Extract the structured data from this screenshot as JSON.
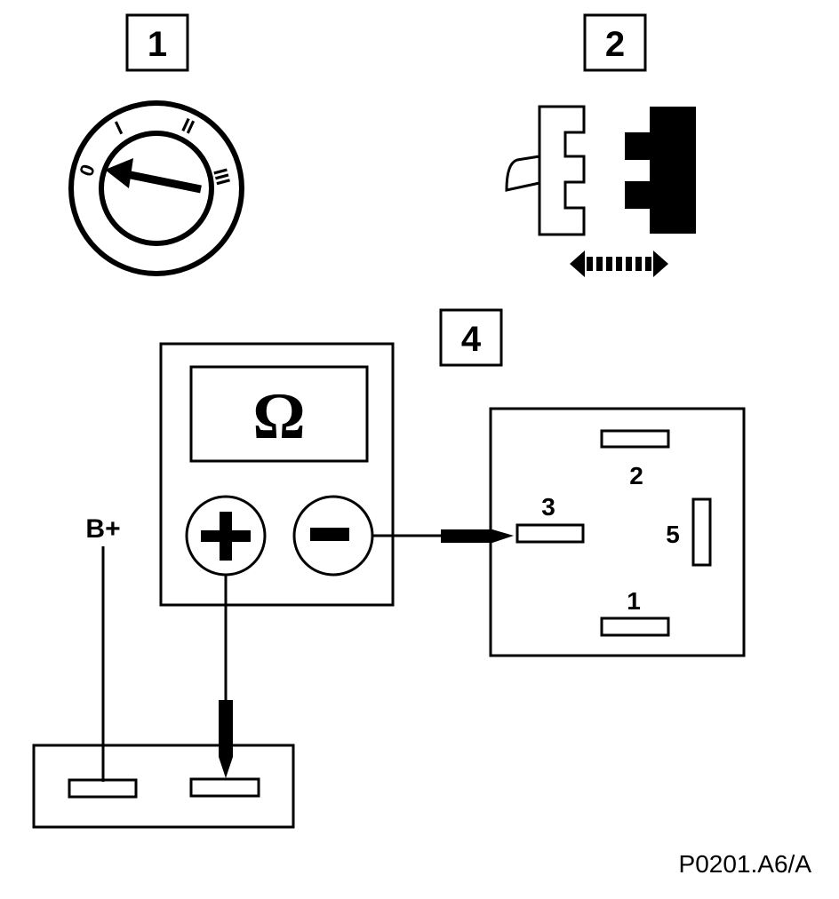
{
  "callouts": {
    "step1": "1",
    "step2": "2",
    "step4": "4"
  },
  "switch_dial": {
    "positions": [
      "0",
      "I",
      "II",
      "III"
    ]
  },
  "meter": {
    "display_symbol": "Ω",
    "plus_symbol": "+",
    "minus_symbol": "−"
  },
  "connector": {
    "pins": [
      "1",
      "2",
      "3",
      "5"
    ]
  },
  "supply_label": "B+",
  "figure_ref": "P0201.A6/A",
  "colors": {
    "ink": "#000000",
    "paper": "#ffffff"
  }
}
